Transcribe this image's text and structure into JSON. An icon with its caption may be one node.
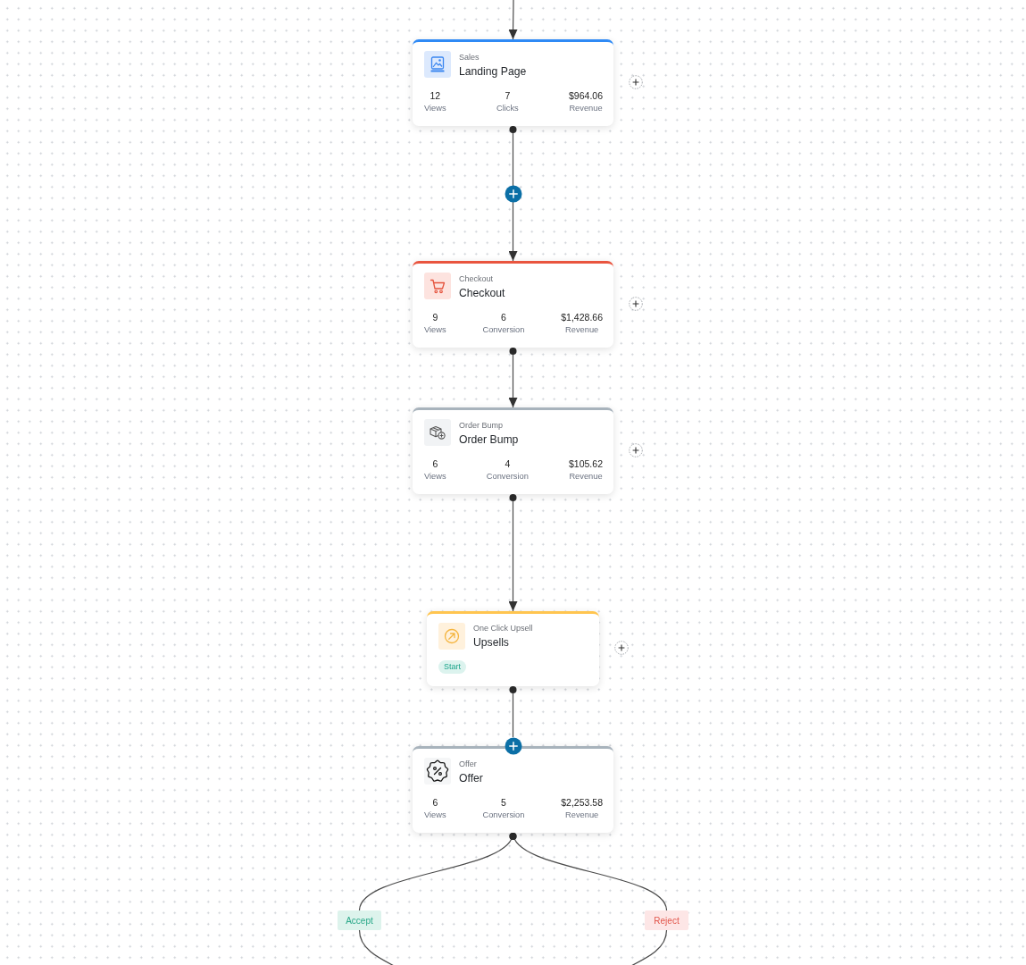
{
  "diagram": {
    "nodes": [
      {
        "text": [
          "Sales",
          "Landing Page",
          "12",
          "Views",
          "7",
          "Clicks",
          "$964.06",
          "Revenue"
        ]
      },
      {
        "text": [
          "Checkout",
          "Checkout",
          "9",
          "Views",
          "6",
          "Conversion",
          "$1,428.66",
          "Revenue"
        ]
      },
      {
        "text": [
          "Order Bump",
          "Order Bump",
          "6",
          "Views",
          "4",
          "Conversion",
          "$105.62",
          "Revenue"
        ]
      },
      {
        "text": [
          "One Click Upsell",
          "Upsells",
          "Start"
        ]
      },
      {
        "text": [
          "Offer",
          "Offer",
          "6",
          "Views",
          "5",
          "Conversion",
          "$2,253.58",
          "Revenue"
        ]
      },
      {
        "text": [
          "Accept"
        ]
      },
      {
        "text": [
          "Reject"
        ]
      }
    ],
    "edges": [
      {
        "from": null,
        "to": 0,
        "arrow": "to"
      },
      {
        "from": 0,
        "to": 1,
        "arrow": "to"
      },
      {
        "from": 1,
        "to": 2,
        "arrow": "to"
      },
      {
        "from": 2,
        "to": 3,
        "arrow": "to"
      },
      {
        "from": 3,
        "to": 4,
        "arrow": "other"
      },
      {
        "from": 4,
        "to": 5,
        "arrow": "other"
      },
      {
        "from": 4,
        "to": 6,
        "arrow": "other"
      },
      {
        "from": 5,
        "to": null,
        "arrow": "none"
      },
      {
        "from": 6,
        "to": null,
        "arrow": "none"
      }
    ]
  }
}
